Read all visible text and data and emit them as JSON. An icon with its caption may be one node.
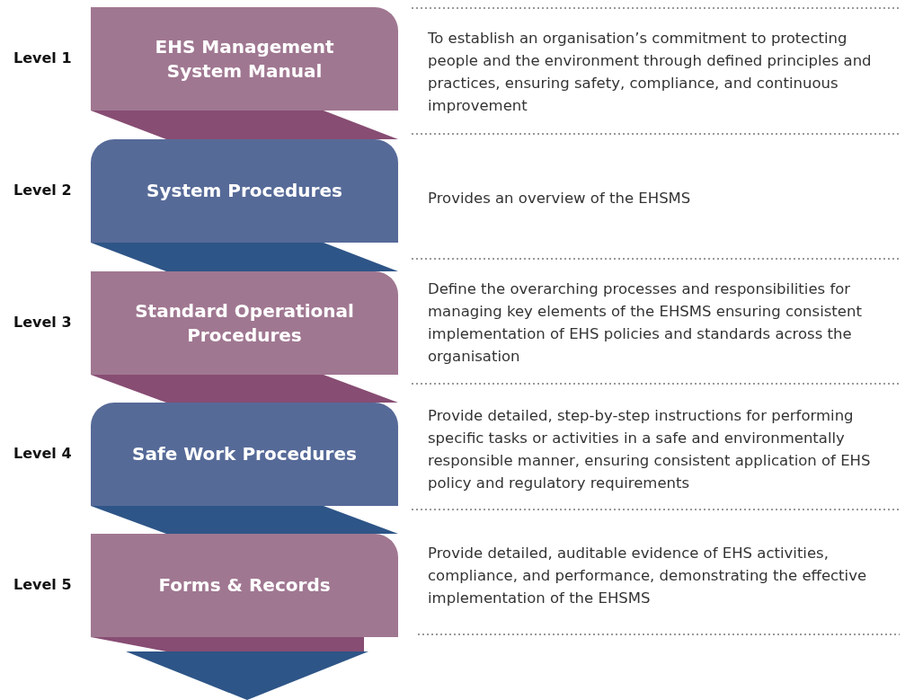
{
  "diagram": {
    "nodes": [
      {
        "text": [
          "EHS Management System Manual"
        ],
        "beside": [
          "Level 1",
          "To establish an organisation’s commitment to protecting people and the environment through defined principles and practices, ensuring safety, compliance, and continuous improvement"
        ]
      },
      {
        "text": [
          "System Procedures"
        ],
        "beside": [
          "Level 2",
          "Provides an overview of the EHSMS"
        ]
      },
      {
        "text": [
          "Standard Operational Procedures"
        ],
        "beside": [
          "Level 3",
          "Define the overarching processes and responsibilities for managing key elements of the EHSMS ensuring consistent implementation of EHS policies and standards across the organisation"
        ]
      },
      {
        "text": [
          "Safe Work Procedures"
        ],
        "beside": [
          "Level 4",
          "Provide detailed, step-by-step instructions for performing specific tasks or activities in a safe and environmentally responsible manner, ensuring consistent application of EHS policy and regulatory requirements"
        ]
      },
      {
        "text": [
          "Forms & Records"
        ],
        "beside": [
          "Level 5",
          "Provide detailed, auditable evidence of EHS activities, compliance, and performance, demonstrating the effective implementation of the EHSMS"
        ]
      }
    ],
    "edges": [
      {
        "from": 0,
        "to": 1,
        "arrow": "none"
      },
      {
        "from": 1,
        "to": 2,
        "arrow": "none"
      },
      {
        "from": 2,
        "to": 3,
        "arrow": "none"
      },
      {
        "from": 3,
        "to": 4,
        "arrow": "none"
      },
      {
        "from": 4,
        "to": null,
        "arrow": "to"
      }
    ]
  }
}
